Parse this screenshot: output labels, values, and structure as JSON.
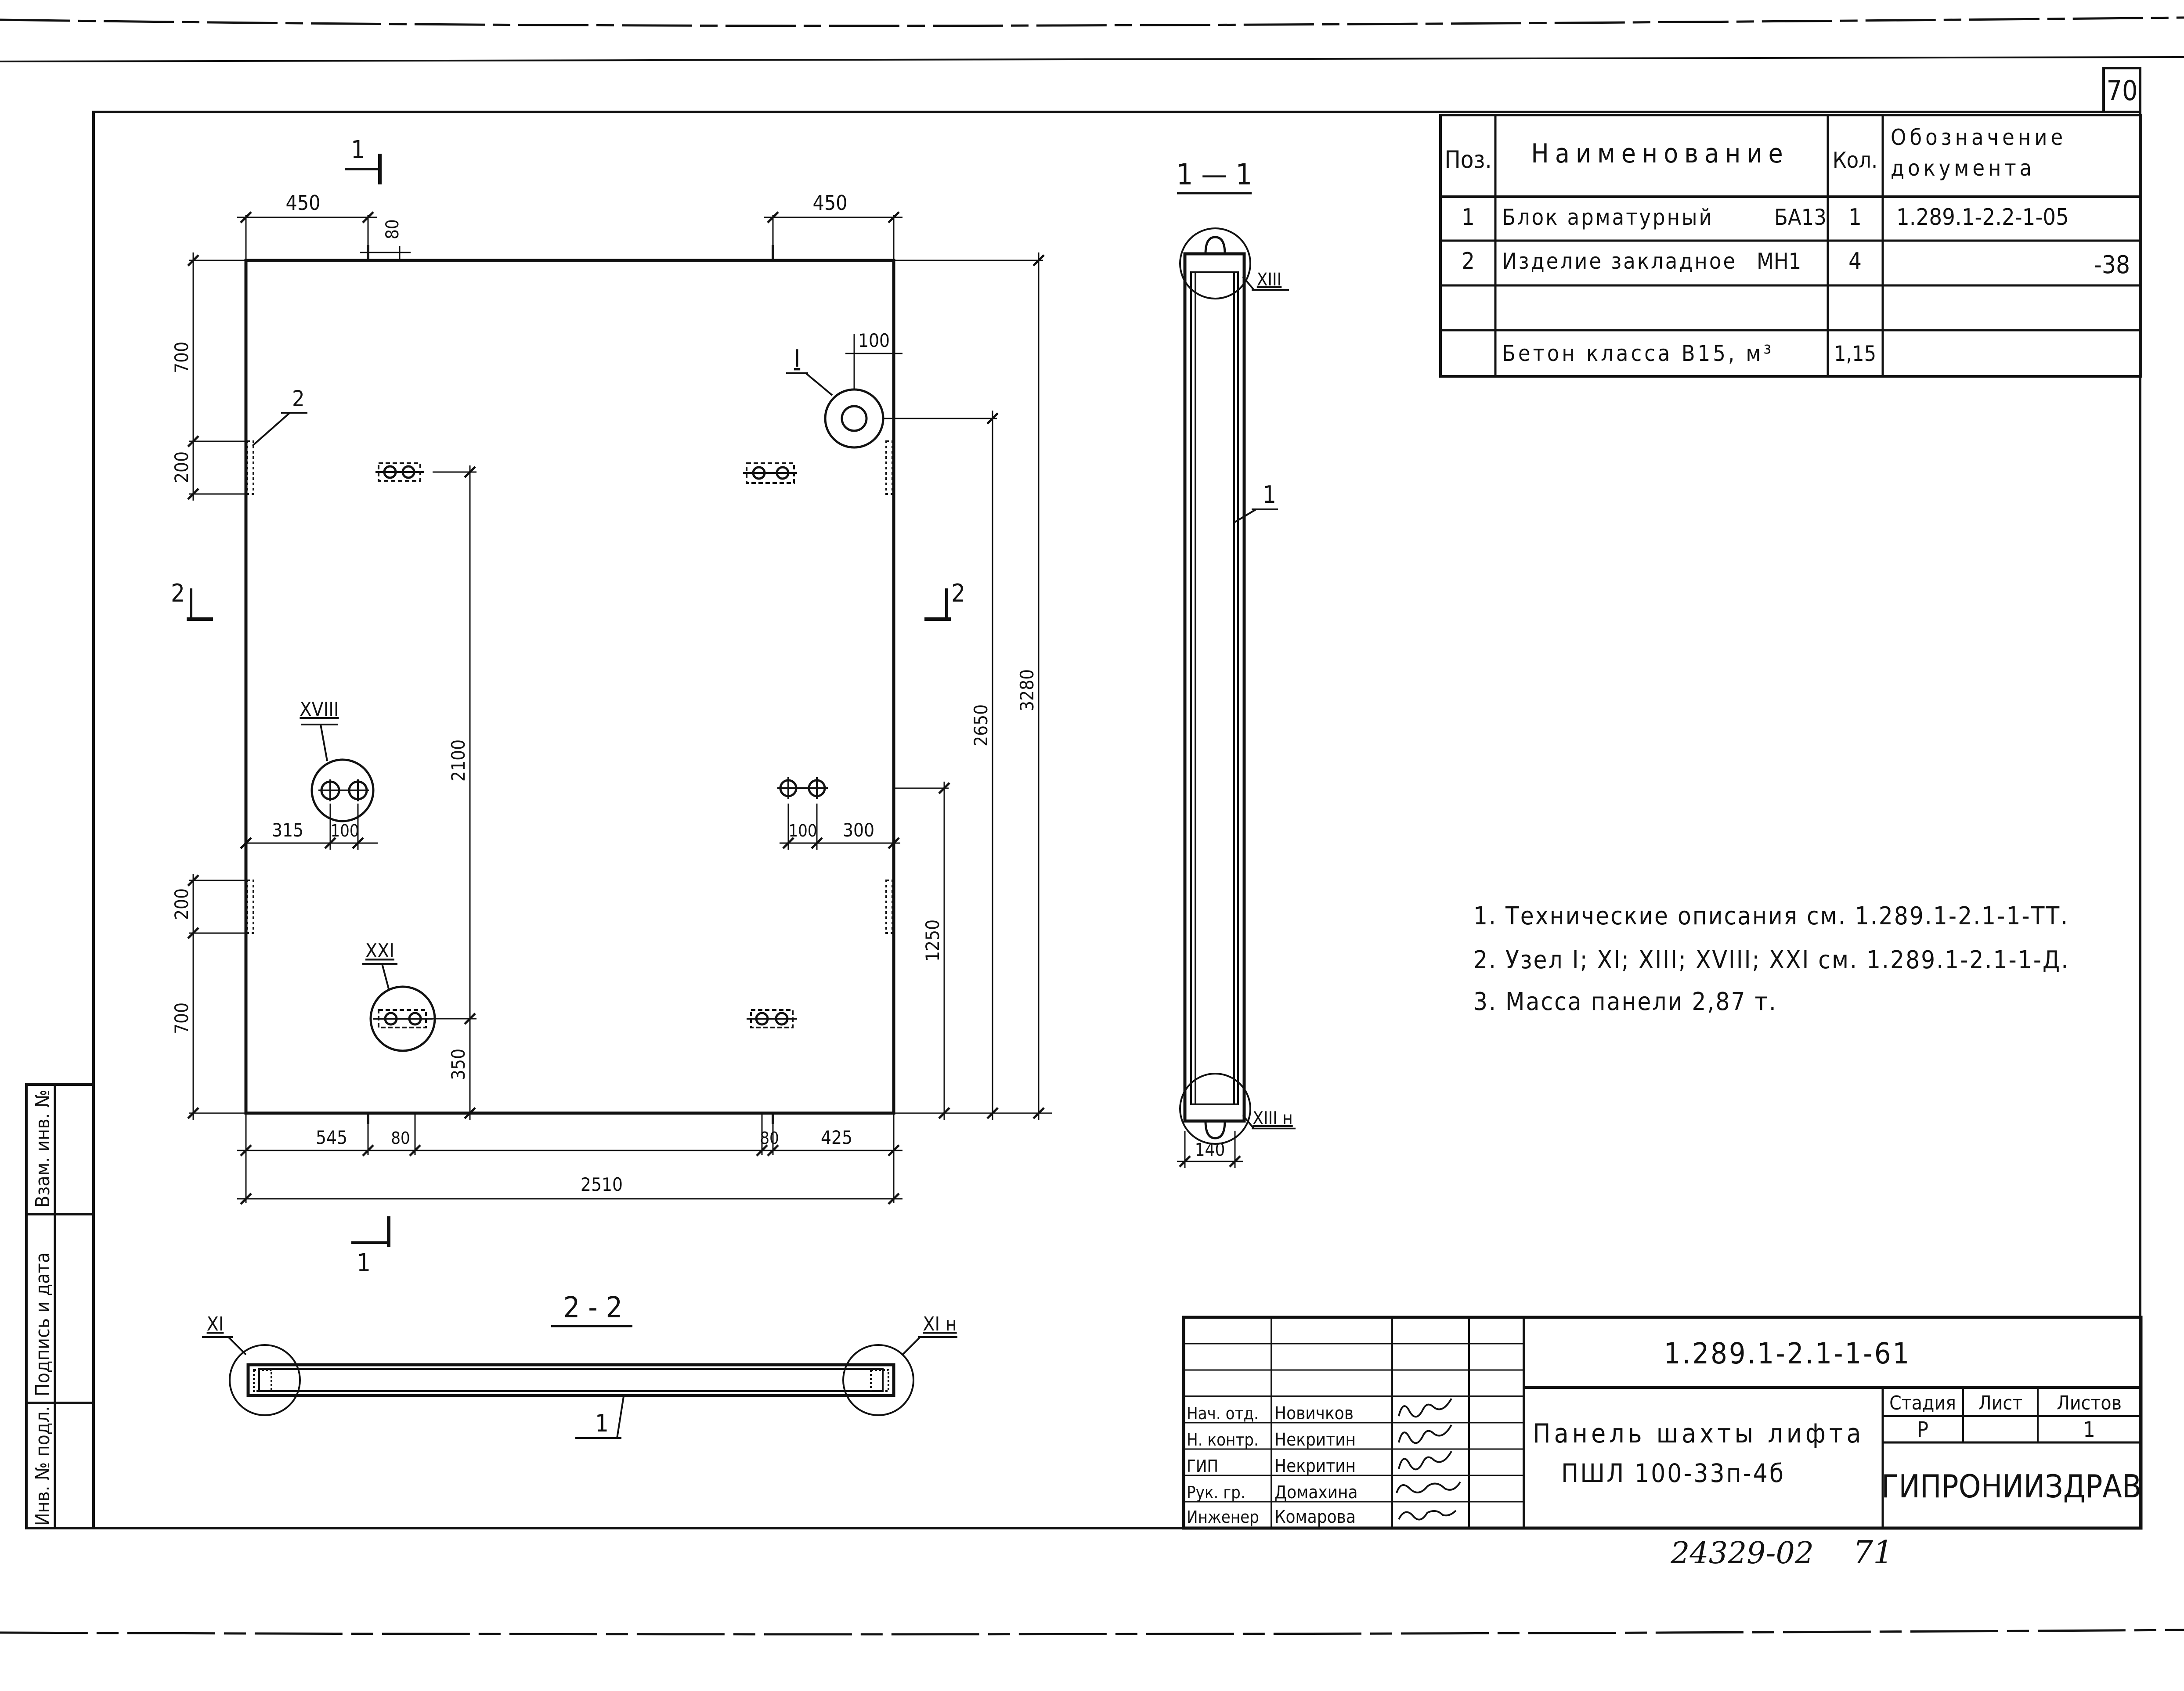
{
  "sheet_number": "70",
  "spec_table": {
    "headers": {
      "pos": "Поз.",
      "name": "Наименование",
      "qty": "Кол.",
      "doc_line1": "Обозначение",
      "doc_line2": "документа"
    },
    "rows": [
      {
        "pos": "1",
        "name": "Блок арматурный",
        "mark": "БА13",
        "qty": "1",
        "doc": "1.289.1-2.2-1-05"
      },
      {
        "pos": "2",
        "name": "Изделие закладное",
        "mark": "МН1",
        "qty": "4",
        "doc": "-38"
      },
      {
        "pos": "",
        "name": "",
        "mark": "",
        "qty": "",
        "doc": ""
      },
      {
        "pos": "",
        "name": "Бетон класса В15, м³",
        "mark": "",
        "qty": "1,15",
        "doc": ""
      }
    ]
  },
  "notes": [
    "1. Технические описания см. 1.289.1-2.1-1-ТТ.",
    "2. Узел I; XI; XIII; XVIII; XXI  см. 1.289.1-2.1-1-Д.",
    "3. Масса панели 2,87 т."
  ],
  "plan": {
    "dims": {
      "top_left": "450",
      "top_notch": "80",
      "top_right": "450",
      "left_700_top": "700",
      "left_200_top": "200",
      "left_200_bot": "200",
      "left_700_bot": "700",
      "node_dim_100_top": "100",
      "right_2650": "2650",
      "right_3280": "3280",
      "right_1250": "1250",
      "inner_2100": "2100",
      "inner_350": "350",
      "mid_315": "315",
      "mid_100_left": "100",
      "mid_100_right": "100",
      "mid_300": "300",
      "bot_545": "545",
      "bot_80_left": "80",
      "bot_80_right": "80",
      "bot_425": "425",
      "bot_2510": "2510"
    },
    "callouts": {
      "node_I": "I",
      "node_XVIII": "XVIII",
      "node_XXI": "XXI",
      "item_2": "2"
    },
    "section_marks": {
      "s1_top": "1",
      "s1_bottom": "1",
      "s2_left": "2",
      "s2_right": "2"
    }
  },
  "section_1_1": {
    "title": "1 — 1",
    "label_1": "1",
    "node_top": "XIII",
    "node_bottom": "XIII н",
    "dim_140": "140"
  },
  "section_2_2": {
    "title": "2 - 2",
    "label_1": "1",
    "node_left": "XI",
    "node_right": "XI н"
  },
  "stamp": {
    "doc_code": "1.289.1-2.1-1-61",
    "title_line1": "Панель шахты лифта",
    "title_line2": "ПШЛ 100-33п-4б",
    "stage_header": "Стадия",
    "sheet_header": "Лист",
    "sheets_header": "Листов",
    "stage_value": "Р",
    "sheet_value": "",
    "sheets_value": "1",
    "organization": "ГИПРОНИИЗДРАВ",
    "staff": [
      {
        "role": "Нач. отд.",
        "name": "Новичков"
      },
      {
        "role": "Н. контр.",
        "name": "Некритин"
      },
      {
        "role": "ГИП",
        "name": "Некритин"
      },
      {
        "role": "Рук. гр.",
        "name": "Домахина"
      },
      {
        "role": "Инженер",
        "name": "Комарова"
      }
    ]
  },
  "side_strip": {
    "cell_1": "Взам. инв. №",
    "cell_2": "Подпись и дата",
    "cell_3": "Инв. № подл."
  },
  "archive_number": "24329-02",
  "handwritten_page": "71"
}
